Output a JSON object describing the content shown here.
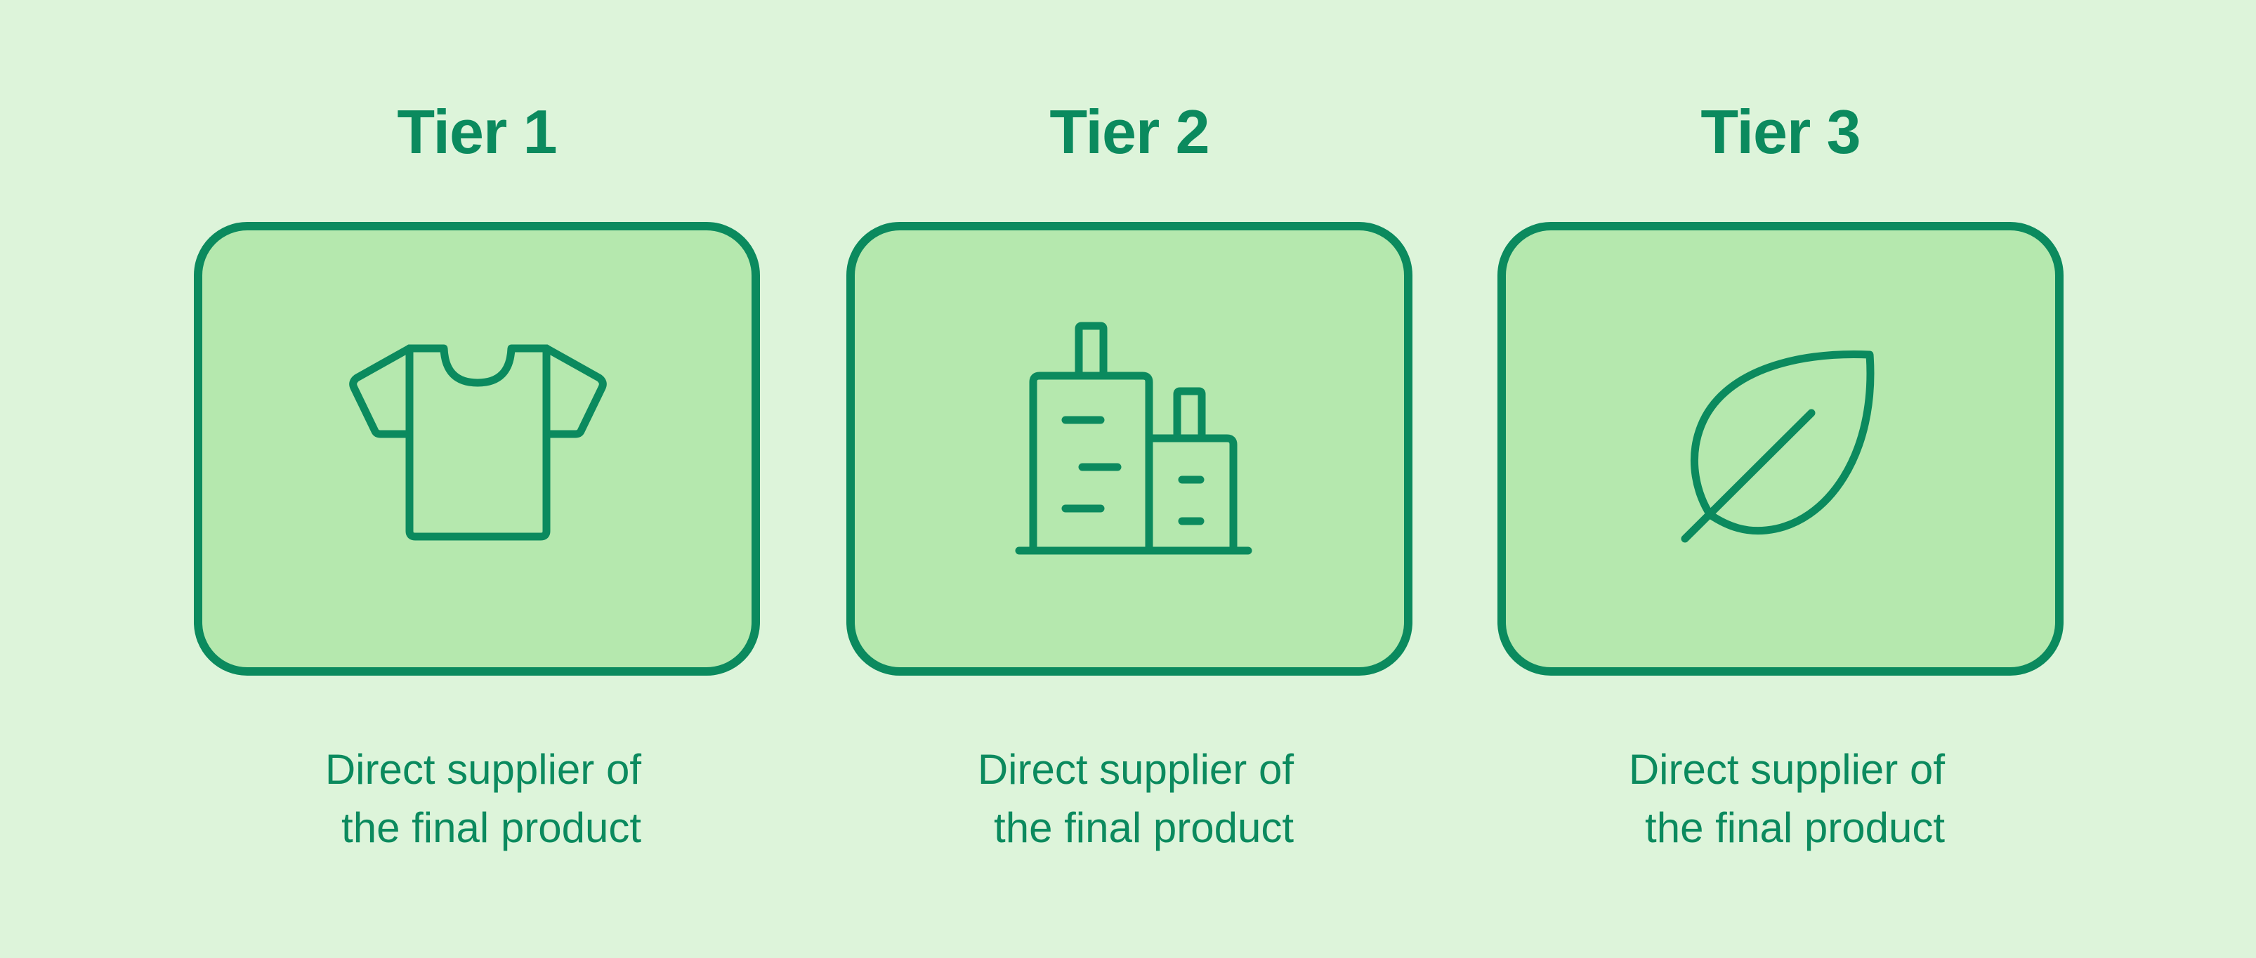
{
  "colors": {
    "background": "#DDF4DA",
    "card_fill": "#B5E8AE",
    "accent": "#0B8A5E"
  },
  "tiers": [
    {
      "title": "Tier 1",
      "icon": "t-shirt-icon",
      "caption_line1": "Direct supplier of",
      "caption_line2": "the final product"
    },
    {
      "title": "Tier 2",
      "icon": "factory-buildings-icon",
      "caption_line1": "Direct supplier of",
      "caption_line2": "the final product"
    },
    {
      "title": "Tier 3",
      "icon": "leaf-icon",
      "caption_line1": "Direct supplier of",
      "caption_line2": "the final product"
    }
  ]
}
